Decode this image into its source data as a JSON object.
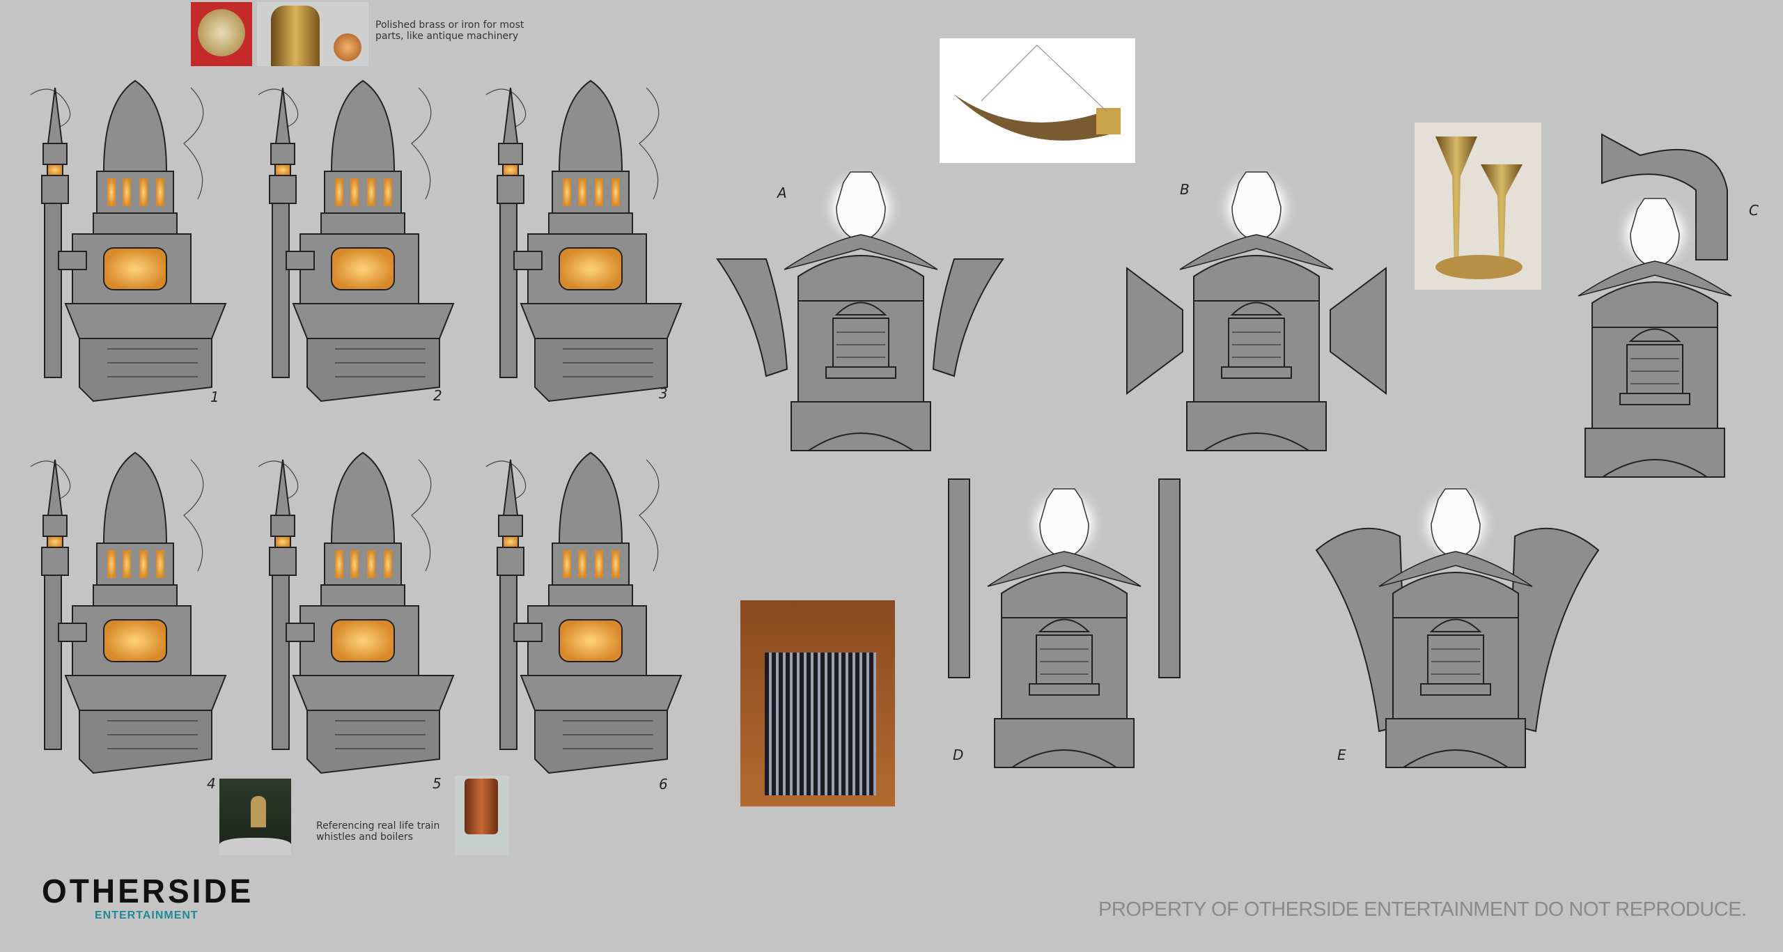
{
  "references": {
    "materials_caption": "Polished brass or iron for most parts, like antique machinery",
    "train_caption": "Referencing real life train whistles and boilers"
  },
  "boiler_concepts": [
    {
      "number": "1"
    },
    {
      "number": "2"
    },
    {
      "number": "3"
    },
    {
      "number": "4"
    },
    {
      "number": "5"
    },
    {
      "number": "6"
    }
  ],
  "sconce_concepts": [
    {
      "letter": "A"
    },
    {
      "letter": "B"
    },
    {
      "letter": "C"
    },
    {
      "letter": "D"
    },
    {
      "letter": "E"
    }
  ],
  "logo": {
    "name": "OTHERSIDE",
    "sub": "ENTERTAINMENT"
  },
  "footer": "PROPERTY OF OTHERSIDE ENTERTAINMENT  DO NOT REPRODUCE.",
  "colors": {
    "background": "#c4c4c4",
    "sketch": "#8e8e8e",
    "glow": "#f0a83a",
    "logo_accent": "#1f8a96"
  }
}
